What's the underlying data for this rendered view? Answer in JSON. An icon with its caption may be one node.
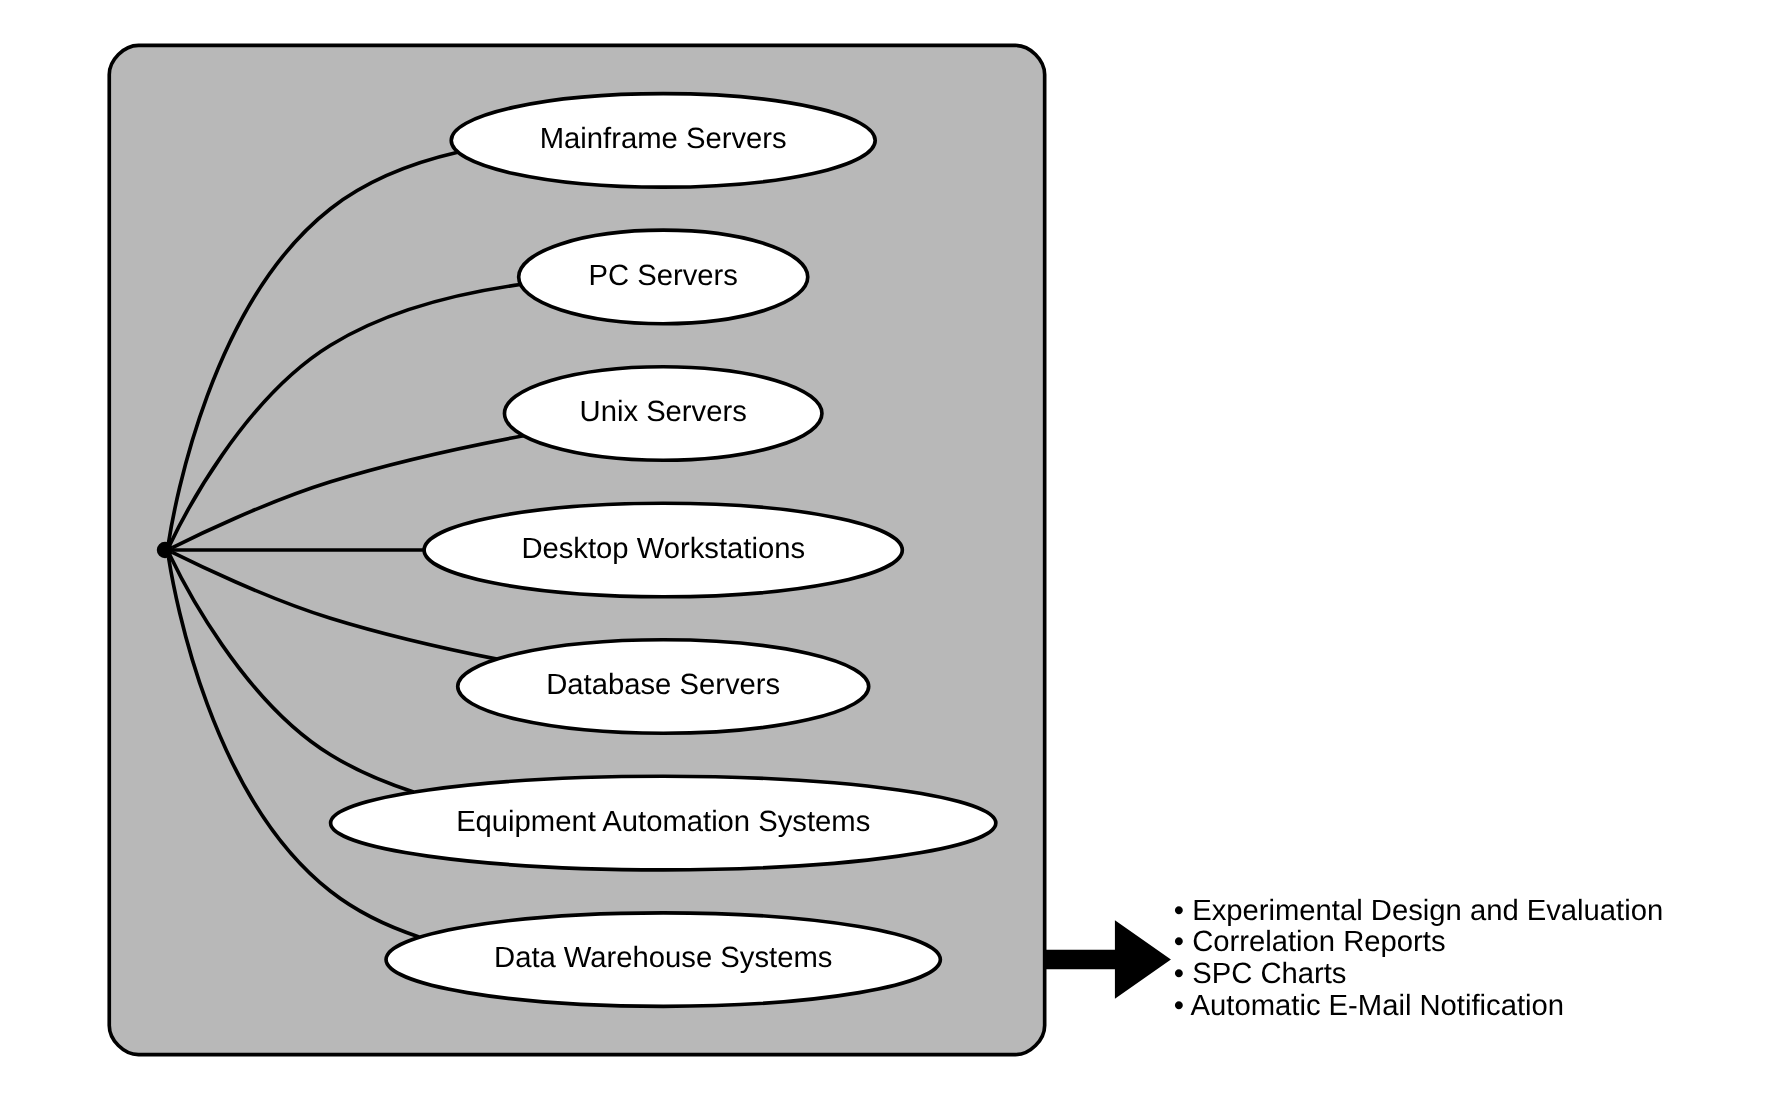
{
  "diagram": {
    "nodes": [
      {
        "text": [],
        "shape": "cloud"
      },
      {
        "text": [
          "Data Warehouse Systems"
        ],
        "in": 0
      },
      {
        "text": [
          "Equipment Automation Systems"
        ],
        "in": 0
      },
      {
        "text": [
          "Database Servers"
        ],
        "in": 0
      },
      {
        "text": [
          "Desktop Workstations"
        ],
        "in": 0
      },
      {
        "text": [
          "Unix Servers"
        ],
        "in": 0
      },
      {
        "text": [
          "PC Servers"
        ],
        "in": 0
      },
      {
        "text": [
          "Mainframe Servers"
        ],
        "in": 0
      },
      {
        "text": [],
        "shape": "point",
        "in": 0
      },
      {
        "text": [
          "• Experimental Design and Evaluation",
          "• Correlation Reports",
          "• SPC Charts",
          "• Automatic E-Mail Notification"
        ]
      }
    ],
    "edges": [
      {
        "from": 8,
        "to": 1,
        "arrow": "none"
      },
      {
        "from": 8,
        "to": 2,
        "arrow": "none"
      },
      {
        "from": 8,
        "to": 3,
        "arrow": "none"
      },
      {
        "from": 8,
        "to": 4,
        "arrow": "none"
      },
      {
        "from": 8,
        "to": 5,
        "arrow": "none"
      },
      {
        "from": 8,
        "to": 6,
        "arrow": "none"
      },
      {
        "from": 8,
        "to": 7,
        "arrow": "none"
      },
      {
        "from": 0,
        "to": 9,
        "arrow": "to",
        "style": "thick"
      }
    ]
  }
}
